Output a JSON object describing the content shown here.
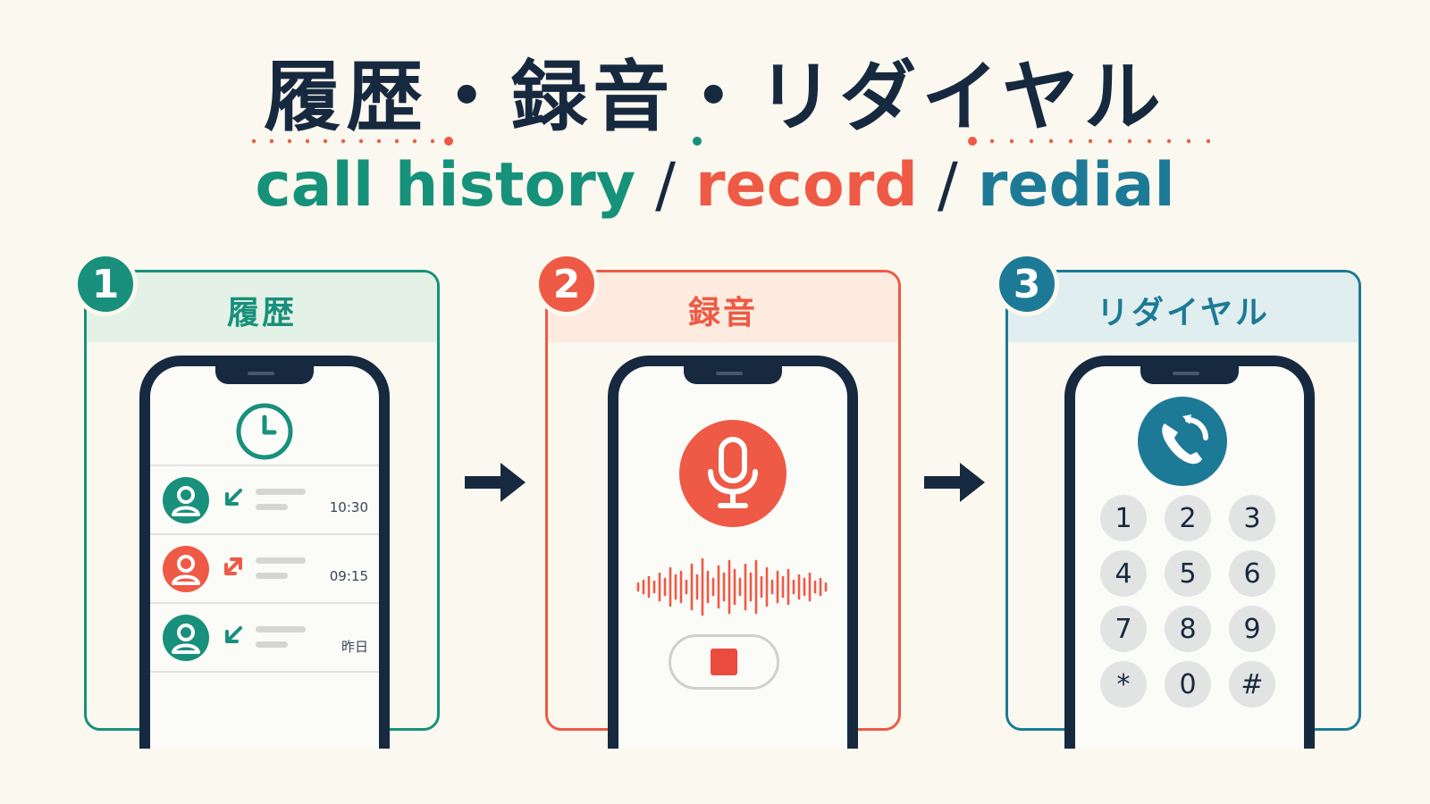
{
  "title": "履歴・録音・リダイヤル",
  "subtitle": {
    "part1": "call history",
    "sep1": "/",
    "part2": "record",
    "sep2": "/",
    "part3": "redial"
  },
  "colors": {
    "green": "#18907b",
    "coral": "#ee5a45",
    "teal": "#1d7a96",
    "navy": "#16293f",
    "background": "#fbf8ef"
  },
  "panels": [
    {
      "number": "1",
      "title": "履歴",
      "icon": "clock-icon",
      "calls": [
        {
          "type": "incoming",
          "icon": "incoming-call-arrow-icon",
          "time": "10:30"
        },
        {
          "type": "missed",
          "icon": "missed-call-arrow-icon",
          "time": "09:15"
        },
        {
          "type": "incoming",
          "icon": "incoming-call-arrow-icon",
          "time": "昨日"
        }
      ]
    },
    {
      "number": "2",
      "title": "録音",
      "icon": "microphone-icon",
      "extras": [
        "sound-wave-icon",
        "stop-button"
      ]
    },
    {
      "number": "3",
      "title": "リダイヤル",
      "icon": "redial-phone-icon",
      "keypad": [
        "1",
        "2",
        "3",
        "4",
        "5",
        "6",
        "7",
        "8",
        "9",
        "*",
        "0",
        "#"
      ]
    }
  ]
}
